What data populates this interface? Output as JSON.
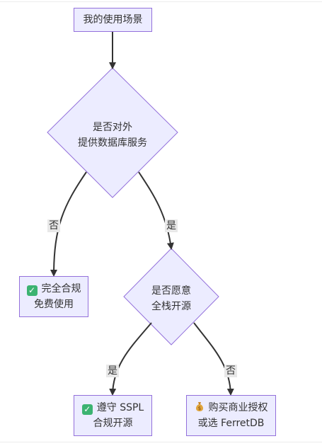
{
  "nodes": {
    "start": "我的使用场景",
    "decision1": [
      "是否对外",
      "提供数据库服务"
    ],
    "free": [
      "完全合规",
      "免费使用"
    ],
    "decision2": [
      "是否愿意",
      "全栈开源"
    ],
    "sspl": [
      "遵守 SSPL",
      "合规开源"
    ],
    "commercial": [
      "购买商业授权",
      "或选 FerretDB"
    ]
  },
  "edges": {
    "d1_no": "否",
    "d1_yes": "是",
    "d2_yes": "是",
    "d2_no": "否"
  },
  "icons": {
    "free": "check-mark-icon",
    "sspl": "check-mark-icon",
    "commercial": "money-bag-icon"
  },
  "colors": {
    "node_fill": "#ECECFF",
    "node_border": "#9370DB",
    "edge": "#333333",
    "edge_label_bg": "#e8e8e8",
    "check": "#3cb371"
  }
}
